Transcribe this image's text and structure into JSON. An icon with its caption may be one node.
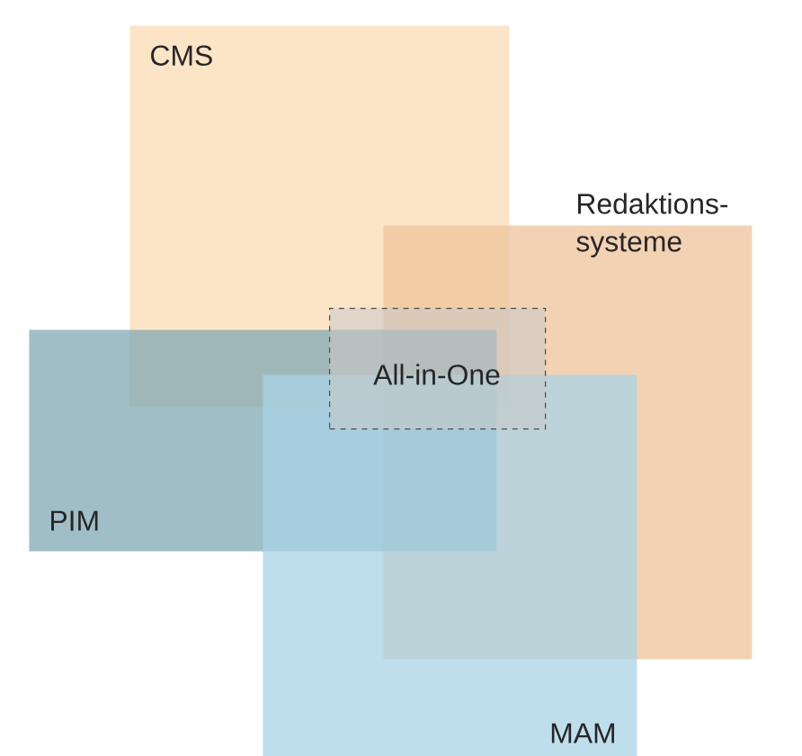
{
  "diagram": {
    "nodes": [
      {
        "text": [
          "CMS"
        ]
      },
      {
        "text": [
          "Redaktions- systeme"
        ]
      },
      {
        "text": [
          "PIM"
        ]
      },
      {
        "text": [
          "MAM"
        ]
      },
      {
        "text": [
          "All-in-One"
        ]
      }
    ]
  }
}
